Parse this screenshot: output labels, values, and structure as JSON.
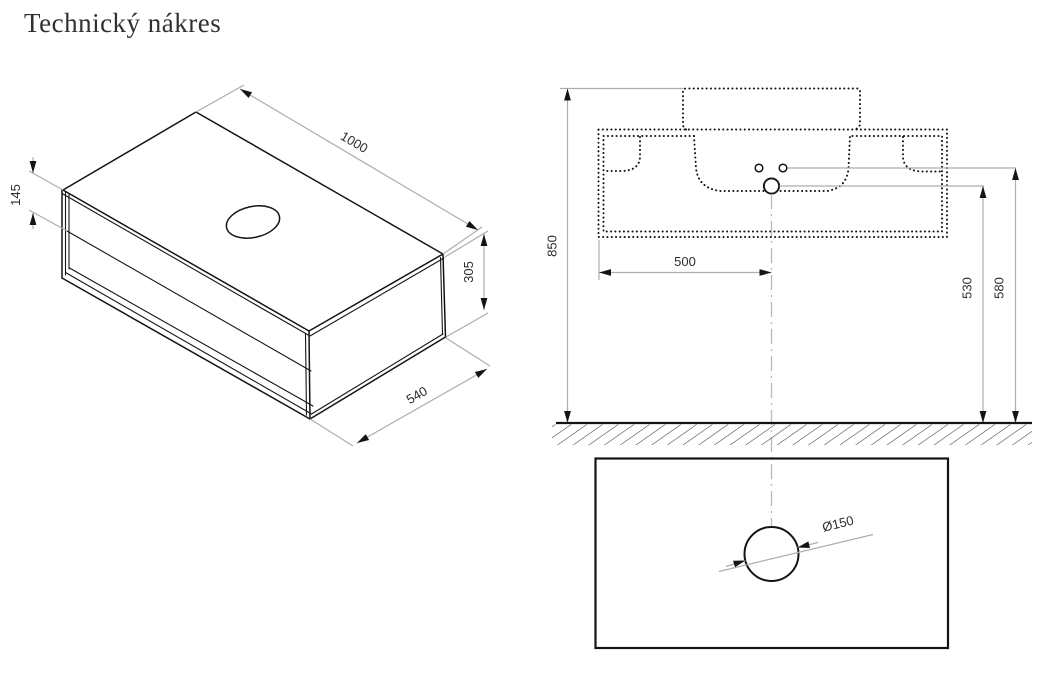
{
  "title": "Technický nákres",
  "drawing": {
    "isometric": {
      "width": "1000",
      "front_section_height": "145",
      "height": "305",
      "depth": "540"
    },
    "front": {
      "overall_height": "850",
      "basin_center_from_left": "500",
      "drain_height": "530",
      "faucet_height": "580"
    },
    "top": {
      "hole_diameter": "Ø150"
    }
  },
  "colors": {
    "line": "#141414",
    "dimension_line": "#adadad",
    "dimension_text": "#2d2d2d",
    "background": "#ffffff"
  }
}
